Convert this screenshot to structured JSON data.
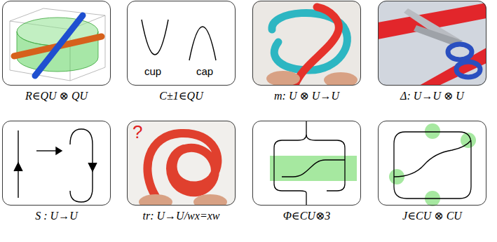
{
  "diagram": {
    "nodes": [
      {
        "text": [
          "R∈QU ⊗ QU"
        ]
      },
      {
        "text": [
          "cup",
          "cap",
          "C±1∈QU"
        ]
      },
      {
        "text": [
          "m: U ⊗ U→U"
        ]
      },
      {
        "text": [
          "Δ: U→U ⊗ U"
        ]
      },
      {
        "text": [
          "S : U→U"
        ]
      },
      {
        "text": [
          "?",
          "tr: U→U/wx=xw"
        ]
      },
      {
        "text": [
          "Φ∈CU⊗3"
        ]
      },
      {
        "text": [
          "J∈CU ⊗ CU"
        ]
      }
    ]
  }
}
